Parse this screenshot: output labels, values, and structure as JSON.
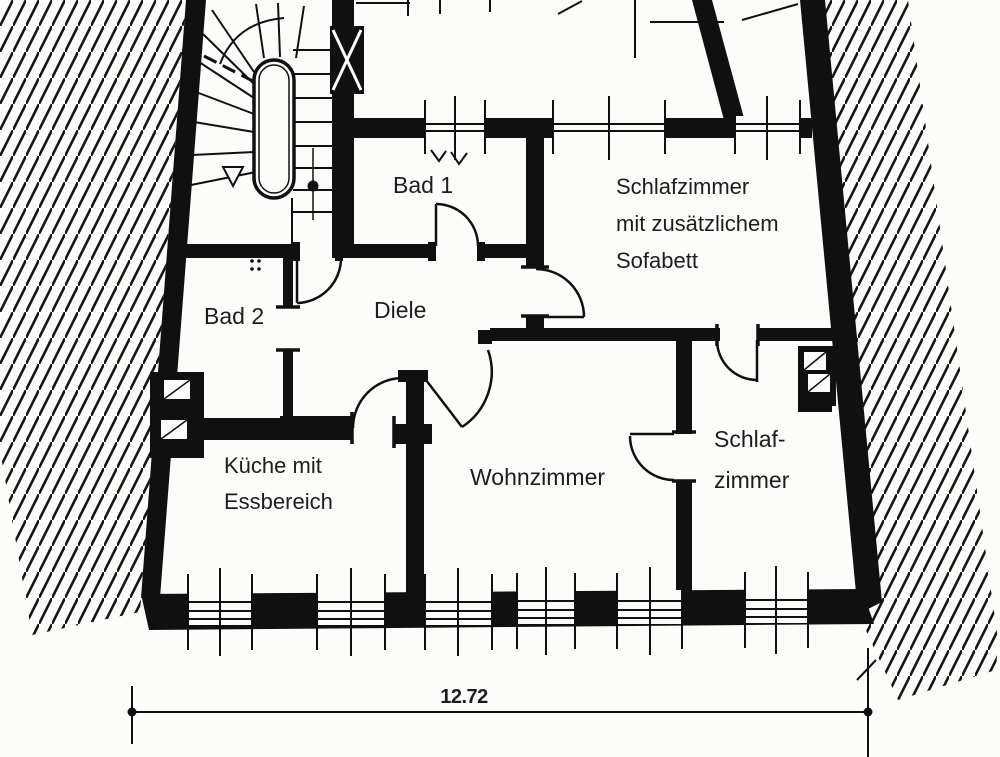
{
  "rooms": {
    "bad1": {
      "label": "Bad 1"
    },
    "bad2": {
      "label": "Bad 2"
    },
    "diele": {
      "label": "Diele"
    },
    "schlafzimmer_sofabett": {
      "line1": "Schlafzimmer",
      "line2": "mit zusätzlichem",
      "line3": "Sofabett"
    },
    "kueche": {
      "line1": "Küche mit",
      "line2": "Essbereich"
    },
    "wohnzimmer": {
      "label": "Wohnzimmer"
    },
    "schlafzimmer": {
      "line1": "Schlaf-",
      "line2": "zimmer"
    }
  },
  "dimension": {
    "total_width": "12.72"
  },
  "colors": {
    "ink": "#101010",
    "paper": "#fcfcfa"
  }
}
